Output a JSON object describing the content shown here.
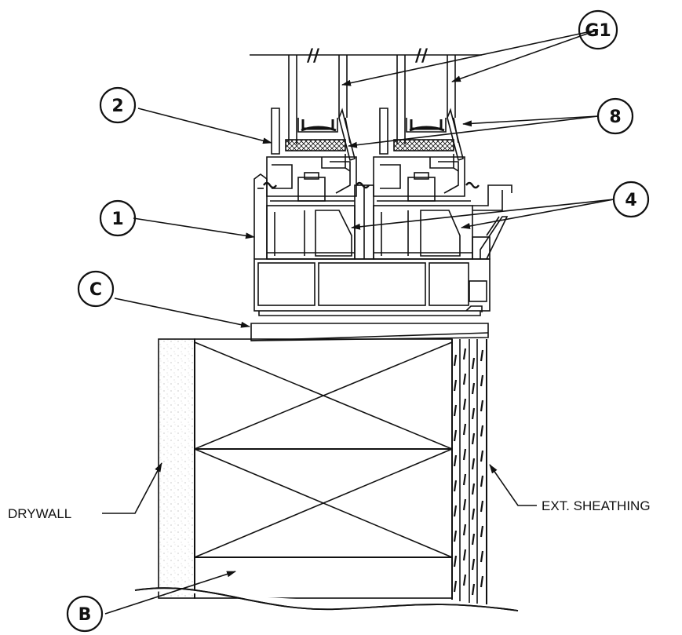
{
  "callouts": {
    "g1": "G1",
    "item2": "2",
    "item8": "8",
    "item1": "1",
    "item4": "4",
    "c": "C",
    "b": "B"
  },
  "notes": {
    "drywall": "DRYWALL",
    "sheathing": "EXT. SHEATHING"
  },
  "break_marks": {
    "left": "//",
    "right": "//"
  },
  "colors": {
    "ink": "#111111",
    "paper": "#ffffff"
  }
}
